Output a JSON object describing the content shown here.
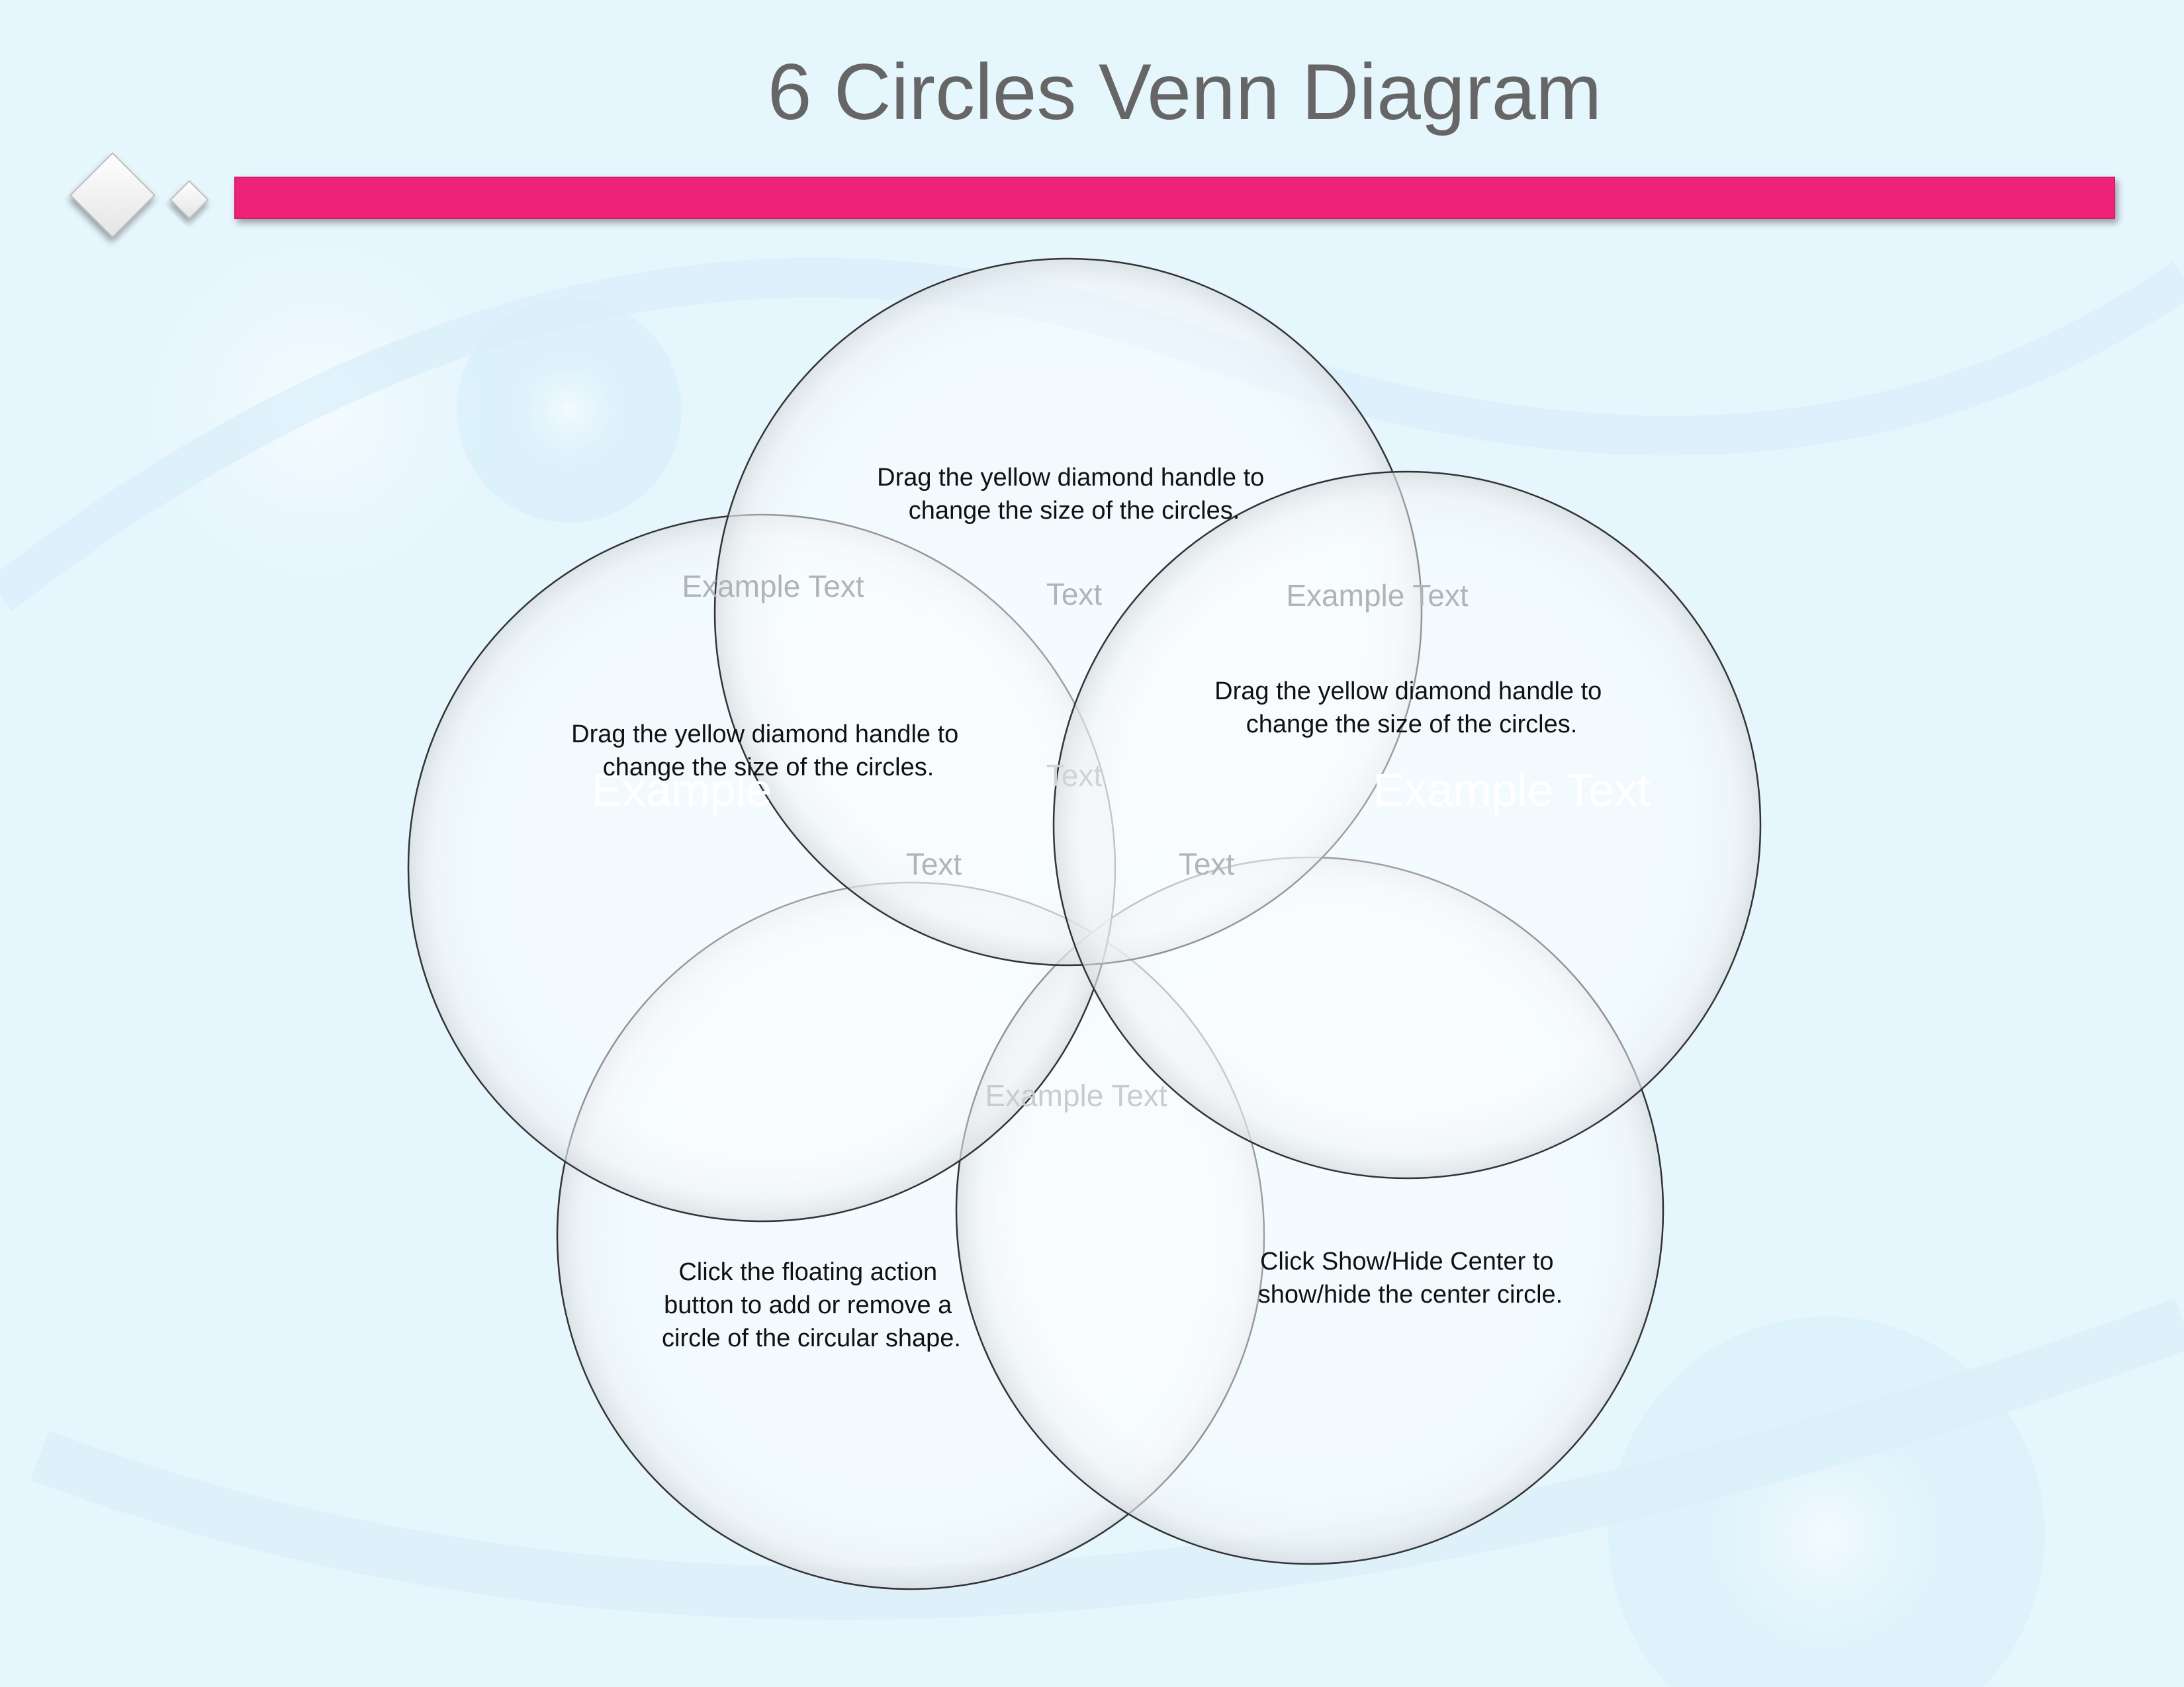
{
  "title": "6 Circles Venn Diagram",
  "colors": {
    "background": "#e6f6fd",
    "accent_bar": "#ee2279",
    "title_text": "#666666",
    "circle_stroke": "#333333",
    "body_text": "#111111",
    "faint_text": "#b0b4b8"
  },
  "circles": [
    {
      "id": "top",
      "instruction": [
        "Drag the yellow diamond handle to",
        "change the size of the circles."
      ]
    },
    {
      "id": "left",
      "instruction": [
        "Drag the yellow diamond handle to",
        "change the size of the circles."
      ]
    },
    {
      "id": "right",
      "instruction": [
        "Drag the yellow diamond handle to",
        "change the size of the circles."
      ]
    },
    {
      "id": "bottom-left",
      "instruction": [
        "Click the floating action",
        "button to add or remove a",
        "circle of the circular shape."
      ]
    },
    {
      "id": "bottom-right",
      "instruction": [
        "Click Show/Hide Center to",
        "show/hide the center circle."
      ]
    }
  ],
  "labels": {
    "example_left_top": "Example Text",
    "example_right_top": "Example Text",
    "example_center": "Example Text",
    "example_left_white": "Example",
    "example_right_white": "Example Text",
    "text_top": "Text",
    "text_mid": "Text",
    "text_left": "Text",
    "text_right": "Text"
  }
}
